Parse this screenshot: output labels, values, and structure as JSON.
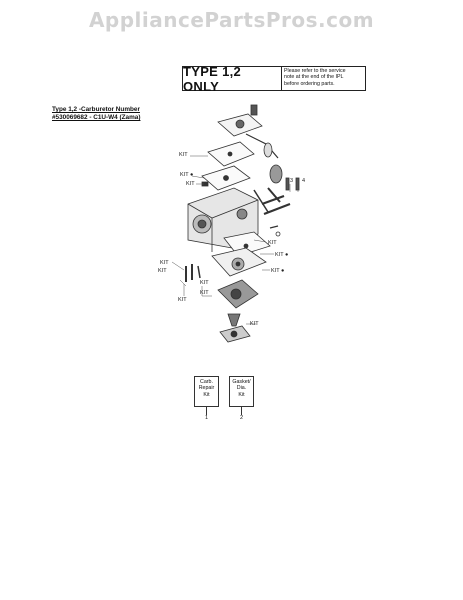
{
  "watermark": "AppliancePartsPros.com",
  "type_box": {
    "title": "TYPE 1,2 ONLY",
    "note_lines": [
      "Please refer to the service",
      "note at the end of the IPL",
      "before ordering parts."
    ]
  },
  "subtitle": {
    "line1": "Type 1,2 -Carburetor Number",
    "line2": "#530069682 - C1U-W4 (Zama)"
  },
  "callouts": {
    "kit": "KIT",
    "kit_star": "KIT ●",
    "num3": "3",
    "num4": "4"
  },
  "kits": [
    {
      "lines": [
        "Carb.",
        "Repair",
        "Kit"
      ],
      "number": "1"
    },
    {
      "lines": [
        "Gasket/",
        "Dia.",
        "Kit"
      ],
      "number": "2"
    }
  ]
}
